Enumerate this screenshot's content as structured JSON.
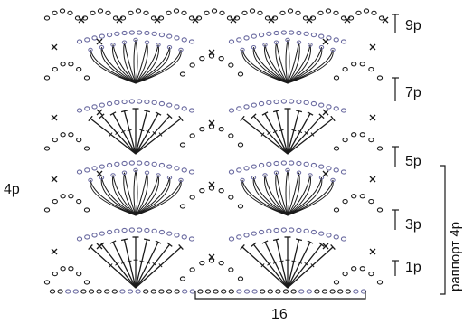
{
  "diagram": {
    "kind": "crochet stitch chart",
    "row_labels": [
      "1р",
      "3р",
      "5р",
      "7р",
      "9р"
    ],
    "side_label": "4р",
    "repeat_label": "раппорт 4р",
    "width_label": "16",
    "colors": {
      "ink": "#1a1a1a",
      "accent": "#6a6aa0"
    },
    "legend_symbols": [
      "chain-circle",
      "single-crochet-cross",
      "double-crochet-stem",
      "puff-stitch"
    ]
  }
}
